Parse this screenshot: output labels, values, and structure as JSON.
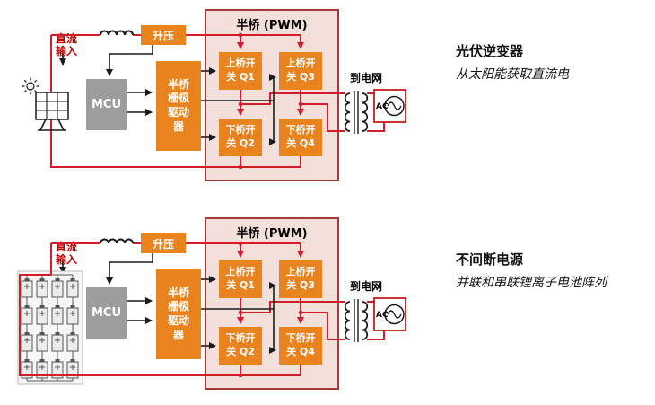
{
  "colors": {
    "orange": "#E8831D",
    "mcu_gray": "#9C9C9B",
    "bridge_bg": "#F3DFDA",
    "bridge_border": "#A63A3A",
    "wire_red": "#D21E2B",
    "wire_black": "#1A1A1A",
    "label_red": "#C00000"
  },
  "d1": {
    "dc_input": "直流输入",
    "boost": "升压",
    "mcu": "MCU",
    "driver": "半桥栅极驱动器",
    "bridge_title": "半桥 (PWM)",
    "q1": "上桥开关 Q1",
    "q3": "上桥开关 Q3",
    "q2": "下桥开关 Q2",
    "q4": "下桥开关 Q4",
    "to_grid": "到电网",
    "ac_label": "AC",
    "caption_title": "光伏逆变器",
    "caption_subtitle": "从太阳能获取直流电",
    "source_icon": "solar-panel"
  },
  "d2": {
    "dc_input": "直流输入",
    "boost": "升压",
    "mcu": "MCU",
    "driver": "半桥栅极驱动器",
    "bridge_title": "半桥 (PWM)",
    "q1": "上桥开关 Q1",
    "q3": "上桥开关 Q3",
    "q2": "下桥开关 Q2",
    "q4": "下桥开关 Q4",
    "to_grid": "到电网",
    "ac_label": "AC",
    "caption_title": "不间断电源",
    "caption_subtitle": "并联和串联锂离子电池阵列",
    "source_icon": "battery-array"
  }
}
